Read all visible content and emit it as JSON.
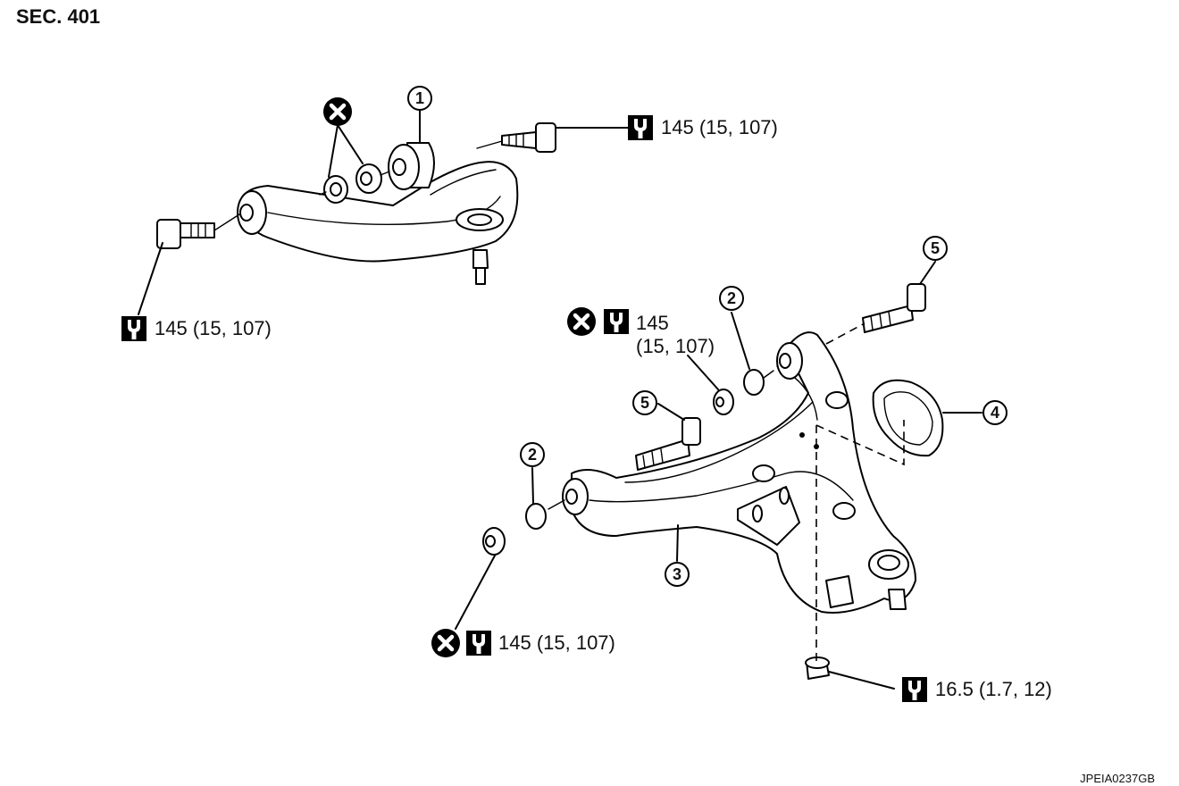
{
  "section": "SEC. 401",
  "figure_code": "JPEIA0237GB",
  "callouts": [
    {
      "id": "1",
      "label": "1"
    },
    {
      "id": "2a",
      "label": "2"
    },
    {
      "id": "2b",
      "label": "2"
    },
    {
      "id": "3",
      "label": "3"
    },
    {
      "id": "4",
      "label": "4"
    },
    {
      "id": "5a",
      "label": "5"
    },
    {
      "id": "5b",
      "label": "5"
    }
  ],
  "torque_specs": {
    "upper_arm_front_bolt": "145 (15, 107)",
    "upper_arm_rear_bolt": "145 (15, 107)",
    "lower_arm_rear_nut_value": "145",
    "lower_arm_rear_nut_units": "(15, 107)",
    "lower_arm_front_nut": "145 (15, 107)",
    "lower_arm_bottom_nut": "16.5 (1.7, 12)"
  },
  "icons": {
    "replace": "never-reuse-x-icon",
    "torque": "torque-wrench-icon"
  }
}
